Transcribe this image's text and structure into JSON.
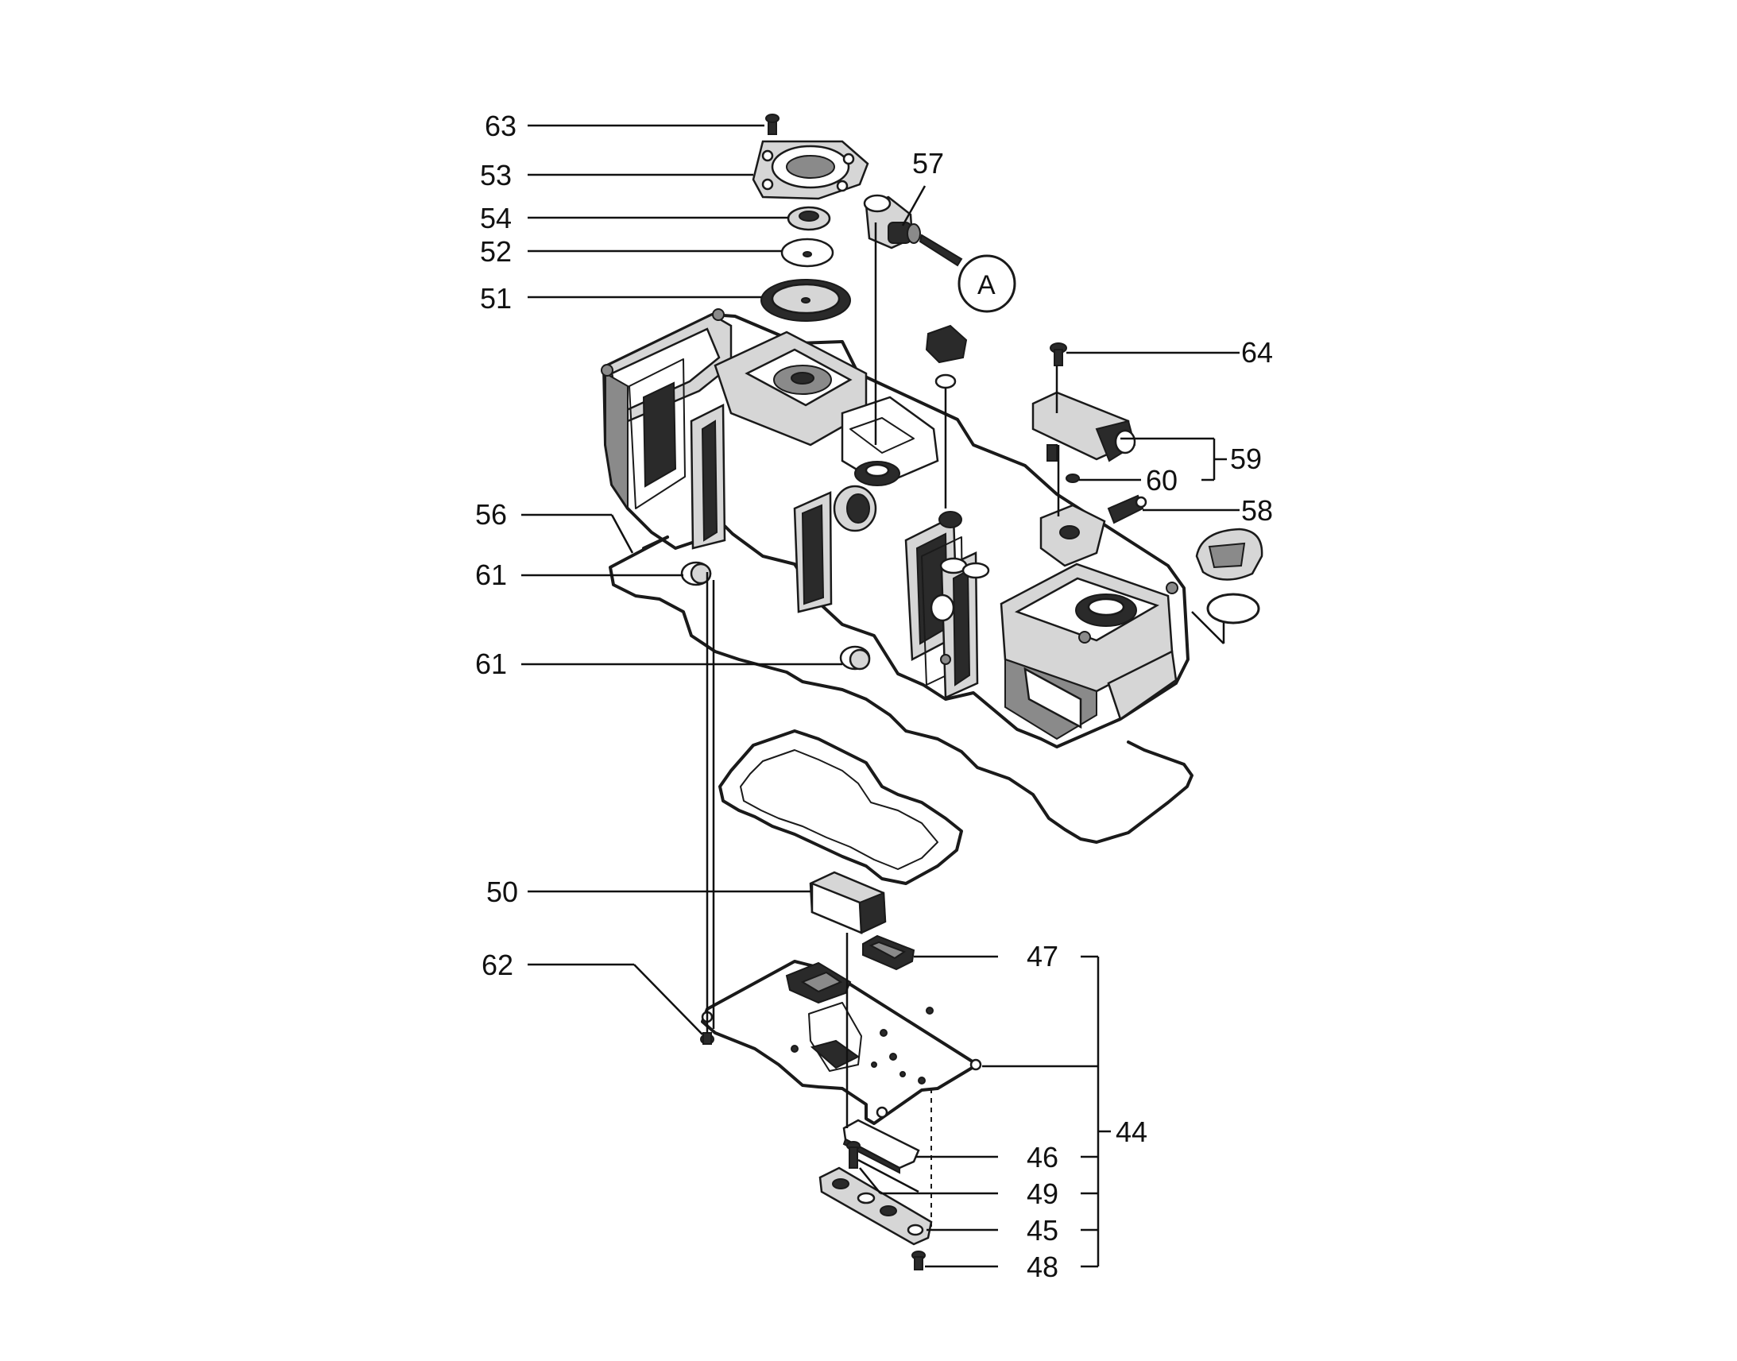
{
  "callouts": {
    "c63": "63",
    "c53": "53",
    "c54": "54",
    "c52": "52",
    "c51": "51",
    "c57": "57",
    "cA": "A",
    "c64": "64",
    "c59": "59",
    "c60": "60",
    "c58": "58",
    "c56": "56",
    "c61a": "61",
    "c61b": "61",
    "c50": "50",
    "c62": "62",
    "c47": "47",
    "c44": "44",
    "c46": "46",
    "c49": "49",
    "c45": "45",
    "c48": "48"
  }
}
